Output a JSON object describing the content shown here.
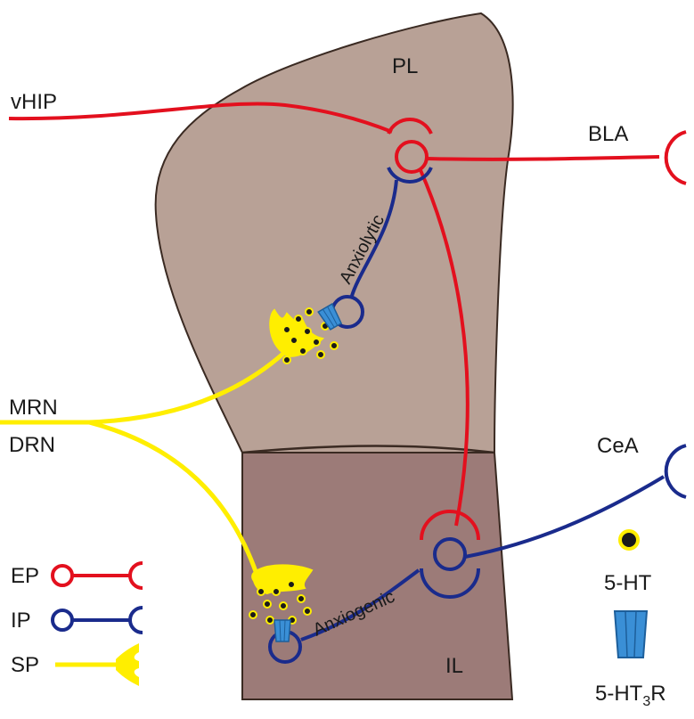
{
  "regions": {
    "upper": "PL",
    "lower": "IL"
  },
  "inputs": {
    "vhip": "vHIP",
    "mrn": "MRN",
    "drn": "DRN"
  },
  "outputs": {
    "bla": "BLA",
    "cea": "CeA"
  },
  "pathways": {
    "anxiolytic": "Anxiolytic",
    "anxiogenic": "Anxiogenic"
  },
  "legend": {
    "ep": "EP",
    "ip": "IP",
    "sp": "SP",
    "serotonin": "5-HT",
    "receptor_base": "5-HT",
    "receptor_sub": "3",
    "receptor_suffix": "R"
  },
  "colors": {
    "excitatory": "#e3101e",
    "inhibitory": "#1a2b8c",
    "serotonergic": "#ffee00",
    "pl_fill": "#b8a196",
    "il_fill": "#9c7b78",
    "receptor": "#3a8fd6"
  }
}
